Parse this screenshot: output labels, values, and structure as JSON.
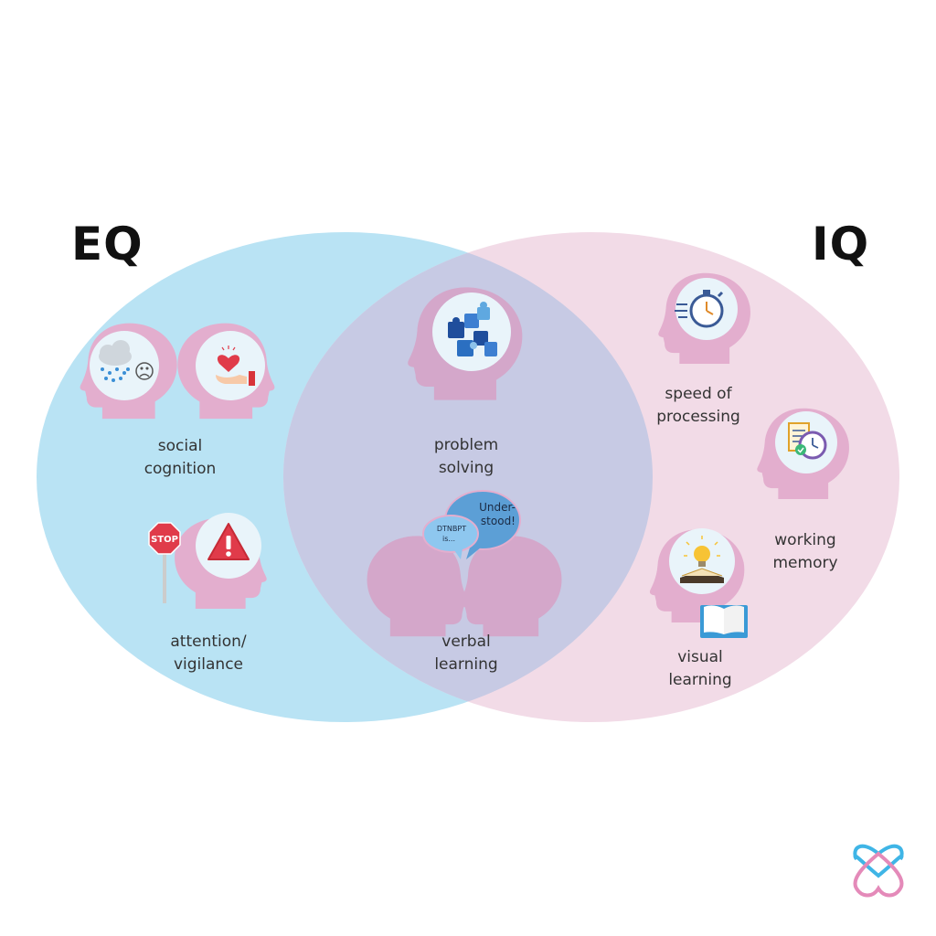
{
  "titles": {
    "eq": "EQ",
    "iq": "IQ"
  },
  "colors": {
    "eq_circle": "#b9e3f4",
    "iq_circle": "#f2dbe7",
    "overlap": "#c7cae4",
    "head": "#e3aece",
    "head_overlap": "#d4a7ca",
    "bubble": "#e9f4fa"
  },
  "skills": {
    "social_cognition": {
      "line1": "social",
      "line2": "cognition",
      "icons": [
        "rain-cloud-icon",
        "frown-face-icon",
        "heart-in-hand-icon"
      ]
    },
    "attention": {
      "line1": "attention/",
      "line2": "vigilance",
      "icons": [
        "stop-sign-icon",
        "warning-triangle-icon"
      ]
    },
    "problem_solving": {
      "line1": "problem",
      "line2": "solving",
      "icons": [
        "puzzle-pieces-icon"
      ]
    },
    "verbal_learning": {
      "line1": "verbal",
      "line2": "learning",
      "bubble_left": [
        "DTNBPT",
        "is..."
      ],
      "bubble_right": [
        "Under-",
        "stood!"
      ]
    },
    "speed_of_processing": {
      "line1": "speed of",
      "line2": "processing",
      "icons": [
        "stopwatch-icon"
      ]
    },
    "working_memory": {
      "line1": "working",
      "line2": "memory",
      "icons": [
        "clock-document-icon"
      ]
    },
    "visual_learning": {
      "line1": "visual",
      "line2": "learning",
      "icons": [
        "lightbulb-book-icon",
        "open-book-icon"
      ]
    }
  }
}
